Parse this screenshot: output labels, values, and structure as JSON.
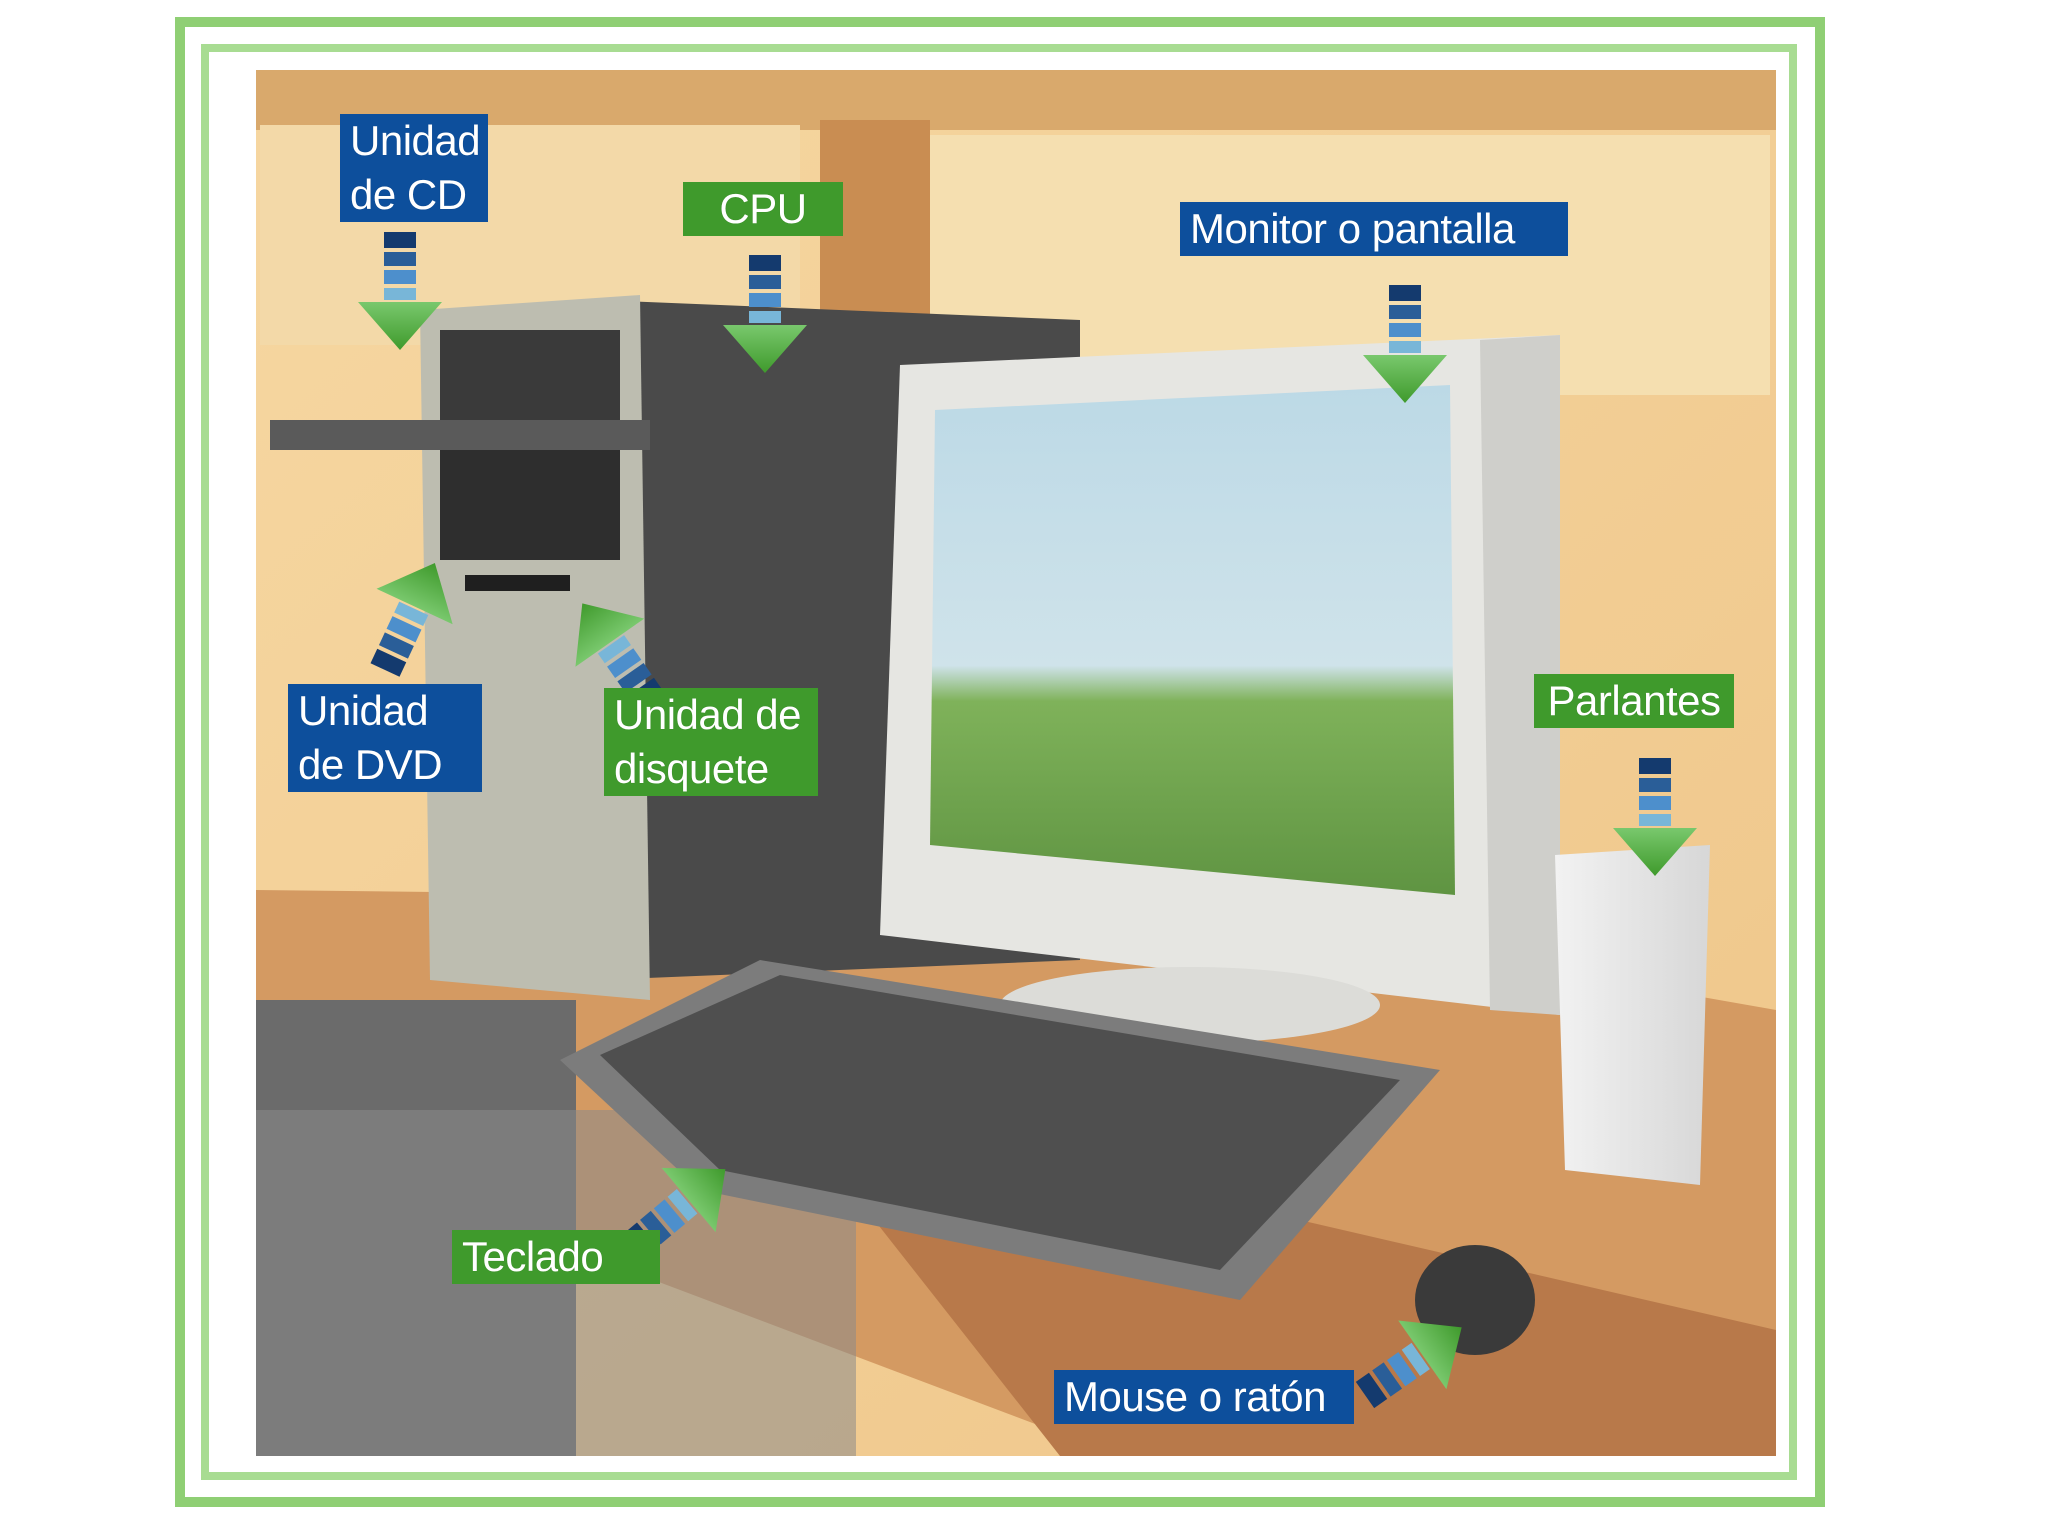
{
  "colors": {
    "label_blue": "#0d4f9c",
    "label_green": "#3f9a2c",
    "frame_green": "#8fcf74",
    "arrow_green": "#4caf50",
    "arrow_dark": "#143a6e"
  },
  "labels": {
    "cd_drive": "Unidad\nde CD",
    "cpu": "CPU",
    "monitor": "Monitor o pantalla",
    "dvd_drive": "Unidad\nde DVD",
    "floppy_drive": "Unidad de\ndisquete",
    "speakers": "Parlantes",
    "keyboard": "Teclado",
    "mouse": "Mouse o ratón"
  }
}
